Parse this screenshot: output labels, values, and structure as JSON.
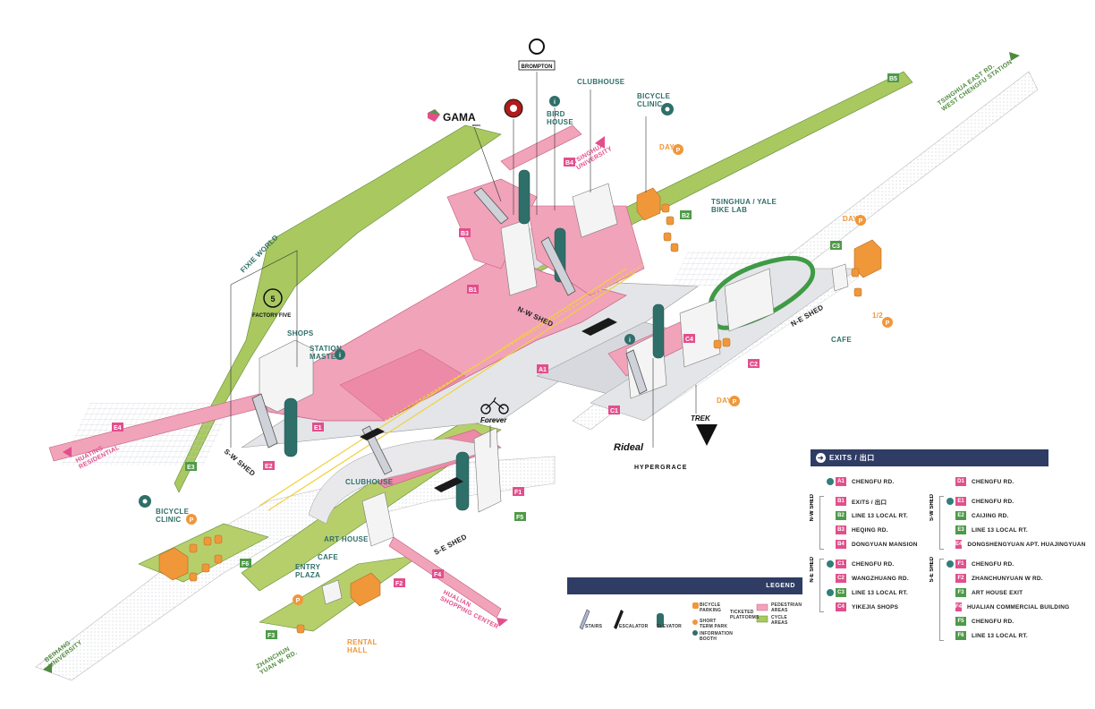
{
  "colors": {
    "pink": "#e24f8c",
    "green": "#4f9a48",
    "teal": "#2f6f6a",
    "orange": "#f0973a",
    "navy": "#2f3c64"
  },
  "brands": {
    "brompton": "BROMPTON",
    "gama": "GAMA",
    "gama_sub": "BIKES",
    "factory_five": "FACTORY FIVE",
    "forever": "Forever",
    "trek": "TREK",
    "ridesal": "Rideal",
    "hypergrace": "HYPERGRACE"
  },
  "labels": {
    "fixie_world": "FIXIE WORLD",
    "shops": "SHOPS",
    "station_master": "STATION\nMASTER",
    "clubhouse_top": "CLUBHOUSE",
    "clubhouse_mid": "CLUBHOUSE",
    "bird_house": "BIRD\nHOUSE",
    "bicycle_clinic_top": "BICYCLE\nCLINIC",
    "bicycle_clinic_left": "BICYCLE\nCLINIC",
    "tsinghua_yale": "TSINGHUA / YALE\nBIKE LAB",
    "cafe_right": "CAFE",
    "cafe_left": "CAFE",
    "art_house": "ART HOUSE",
    "entry_plaza": "ENTRY\nPLAZA",
    "rental_hall": "RENTAL\nHALL",
    "day_1": "DAY",
    "day_2": "DAY",
    "day_3": "DAY",
    "half": "1/2",
    "nw_shed": "N-W SHED",
    "ne_shed": "N-E SHED",
    "sw_shed": "S-W SHED",
    "se_shed": "S-E SHED"
  },
  "roads": {
    "tsinghua_east": "TSINGHUA EAST RD.\nWEST CHENGFU STATION",
    "tsinghua_univ": "TSINGHUA\nUNIVERSITY",
    "huating": "HUATING\nRESIDENTIAL",
    "hualian": "HUALIAN\nSHOPPING CENTER",
    "beihang": "BEIHANG\nUNIVERSITY",
    "zhanchun": "ZHANCHUN\nYUAN W. RD."
  },
  "map_exits": [
    "A1",
    "B1",
    "B2",
    "B3",
    "B4",
    "B5",
    "C1",
    "C2",
    "C3",
    "C4",
    "E1",
    "E2",
    "E3",
    "E4",
    "F1",
    "F2",
    "F3",
    "F4",
    "F5",
    "F6"
  ],
  "exits_panel": {
    "title": "EXITS / 出口",
    "left": [
      {
        "group": "",
        "items": [
          {
            "code": "A1",
            "color": "pink",
            "elevator": true,
            "dest": "CHENGFU RD."
          }
        ]
      },
      {
        "group": "N-W SHED",
        "items": [
          {
            "code": "B1",
            "color": "pink",
            "elevator": false,
            "dest": "EXITS / 出口"
          },
          {
            "code": "B2",
            "color": "green",
            "elevator": false,
            "dest": "LINE 13 LOCAL RT."
          },
          {
            "code": "B3",
            "color": "pink",
            "elevator": false,
            "dest": "HEQING RD."
          },
          {
            "code": "B4",
            "color": "pink",
            "elevator": false,
            "dest": "DONGYUAN MANSION"
          }
        ]
      },
      {
        "group": "N-E SHED",
        "items": [
          {
            "code": "C1",
            "color": "pink",
            "elevator": true,
            "dest": "CHENGFU RD."
          },
          {
            "code": "C2",
            "color": "pink",
            "elevator": false,
            "dest": "WANGZHUANG RD."
          },
          {
            "code": "C3",
            "color": "green",
            "elevator": true,
            "dest": "LINE 13 LOCAL RT."
          },
          {
            "code": "C4",
            "color": "pink",
            "elevator": false,
            "dest": "YIKEJIA SHOPS"
          }
        ]
      }
    ],
    "right": [
      {
        "group": "",
        "items": [
          {
            "code": "D1",
            "color": "pink",
            "elevator": false,
            "dest": "CHENGFU RD."
          }
        ]
      },
      {
        "group": "S-W SHED",
        "items": [
          {
            "code": "E1",
            "color": "pink",
            "elevator": true,
            "dest": "CHENGFU RD."
          },
          {
            "code": "E2",
            "color": "green",
            "elevator": false,
            "dest": "CAIJING RD."
          },
          {
            "code": "E3",
            "color": "green",
            "elevator": false,
            "dest": "LINE 13 LOCAL RT."
          },
          {
            "code": "E4",
            "color": "pink",
            "elevator": false,
            "dest": "DONGSHENGYUAN APT. HUAJINGYUAN"
          }
        ]
      },
      {
        "group": "S-E SHED",
        "items": [
          {
            "code": "F1",
            "color": "pink",
            "elevator": true,
            "dest": "CHENGFU RD."
          },
          {
            "code": "F2",
            "color": "pink",
            "elevator": false,
            "dest": "ZHANCHUNYUAN W RD."
          },
          {
            "code": "F3",
            "color": "green",
            "elevator": false,
            "dest": "ART HOUSE EXIT"
          },
          {
            "code": "F4",
            "color": "pink",
            "elevator": false,
            "dest": "HUALIAN COMMERCIAL BUILDING"
          },
          {
            "code": "F5",
            "color": "green",
            "elevator": false,
            "dest": "CHENGFU RD."
          },
          {
            "code": "F6",
            "color": "green",
            "elevator": false,
            "dest": "LINE 13 LOCAL RT."
          }
        ]
      }
    ]
  },
  "legend": {
    "title": "LEGEND",
    "stairs": "STAIRS",
    "escalator": "ESCALATOR",
    "elevator": "ELEVATOR",
    "bicycle_parking": "BICYCLE\nPARKING",
    "short_term_park": "SHORT\nTERM PARK",
    "information_booth": "INFORMATION\nBOOTH",
    "ticketed_platforms": "TICKETED\nPLATFORMS",
    "pedestrian_areas": "PEDESTRIAN\nAREAS",
    "cycle_areas": "CYCLE\nAREAS"
  }
}
